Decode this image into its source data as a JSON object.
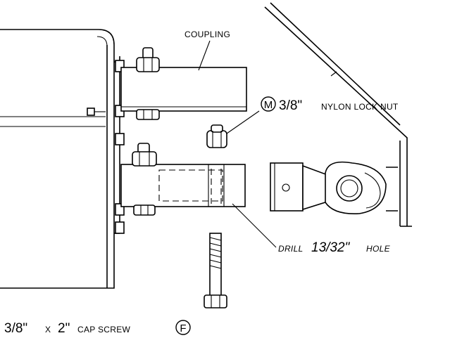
{
  "labels": {
    "coupling": "COUPLING",
    "nut_callout_letter": "M",
    "nut_size": "3/8\"",
    "nut_desc": "NYLON LOCK NUT",
    "drill_word": "DRILL",
    "drill_size": "13/32\"",
    "drill_hole": "HOLE",
    "screw_size": "3/8\"",
    "screw_x": "X",
    "screw_len": "2\"",
    "screw_desc": "CAP SCREW",
    "screw_callout_letter": "F"
  }
}
